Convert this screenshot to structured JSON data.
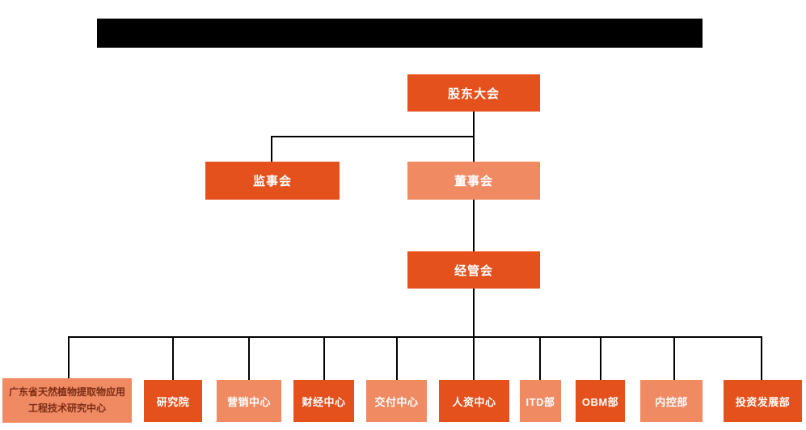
{
  "colors": {
    "primary": "#E5511D",
    "secondary": "#EF8A63",
    "line": "#000000",
    "redaction": "#000000",
    "darktext": "#7D2D14"
  },
  "org": {
    "level1": {
      "label": "股东大会",
      "variant": "primary"
    },
    "level2": [
      {
        "label": "监事会",
        "variant": "primary"
      },
      {
        "label": "董事会",
        "variant": "secondary"
      }
    ],
    "level3": {
      "label": "经管会",
      "variant": "primary"
    },
    "departments": [
      {
        "label": "广东省天然植物提取物应用工程技术研究中心",
        "variant": "secondary"
      },
      {
        "label": "研究院",
        "variant": "primary"
      },
      {
        "label": "营销中心",
        "variant": "secondary"
      },
      {
        "label": "财经中心",
        "variant": "primary"
      },
      {
        "label": "交付中心",
        "variant": "secondary"
      },
      {
        "label": "人资中心",
        "variant": "primary"
      },
      {
        "label": "ITD部",
        "variant": "secondary"
      },
      {
        "label": "OBM部",
        "variant": "primary"
      },
      {
        "label": "内控部",
        "variant": "secondary"
      },
      {
        "label": "投资发展部",
        "variant": "primary"
      }
    ]
  }
}
